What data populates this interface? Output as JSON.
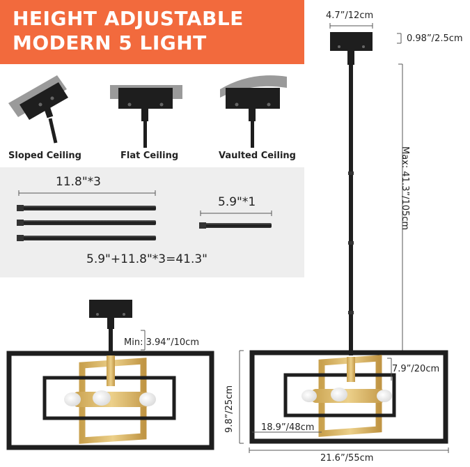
{
  "banner": {
    "line1": "HEIGHT ADJUSTABLE",
    "line2": "MODERN 5 LIGHT",
    "color": "#f26a3d"
  },
  "ceilings": [
    {
      "label": "Sloped Ceiling"
    },
    {
      "label": "Flat Ceiling"
    },
    {
      "label": "Vaulted Ceiling"
    }
  ],
  "rods": {
    "long_label": "11.8\"*3",
    "short_label": "5.9\"*1",
    "formula": "5.9\"+11.8\"*3=41.3\""
  },
  "dimensions": {
    "canopy_width": "4.7”/12cm",
    "canopy_height": "0.98”/2.5cm",
    "max_height": "Max: 41.3”/105cm",
    "min_height": "Min: 3.94”/10cm",
    "fixture_height": "9.8”/25cm",
    "inner_height": "7.9”/20cm",
    "inner_width": "18.9”/48cm",
    "fixture_width": "21.6”/55cm"
  },
  "colors": {
    "black": "#1e1e1e",
    "gold": "#d9b25c",
    "panel": "#eeeeee"
  }
}
